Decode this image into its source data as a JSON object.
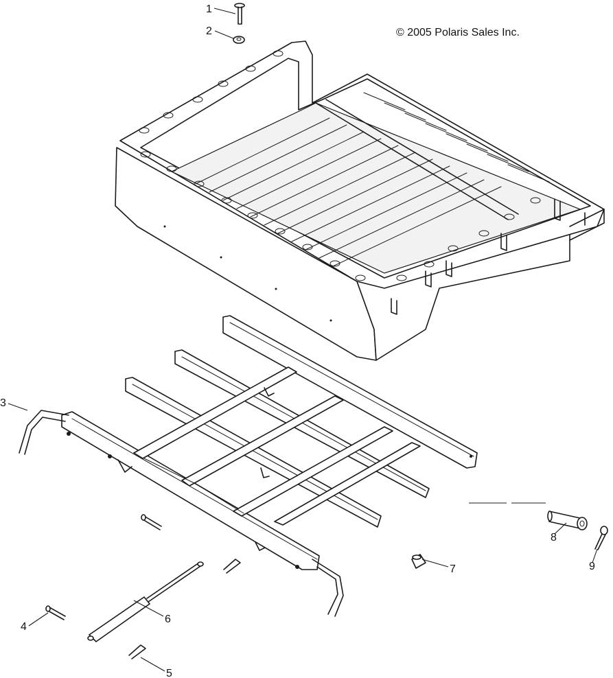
{
  "copyright": "© 2005 Polaris Sales Inc.",
  "callouts": [
    {
      "id": "1",
      "label": "1"
    },
    {
      "id": "2",
      "label": "2"
    },
    {
      "id": "3",
      "label": "3"
    },
    {
      "id": "4",
      "label": "4"
    },
    {
      "id": "5",
      "label": "5"
    },
    {
      "id": "6",
      "label": "6"
    },
    {
      "id": "7",
      "label": "7"
    },
    {
      "id": "8",
      "label": "8"
    },
    {
      "id": "9",
      "label": "9"
    }
  ],
  "colors": {
    "line": "#1a1a1a",
    "background": "#ffffff"
  }
}
